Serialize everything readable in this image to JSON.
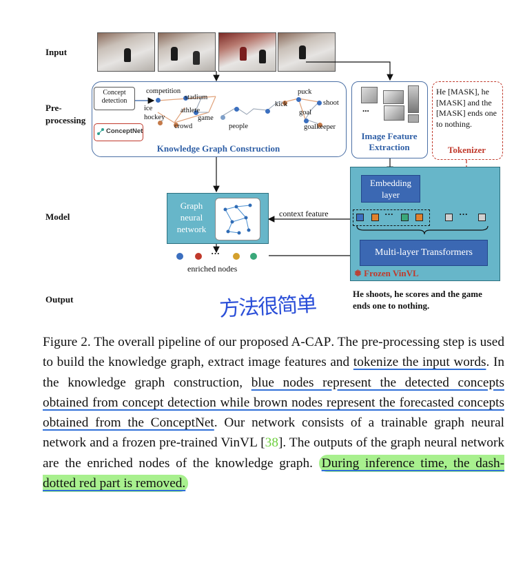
{
  "figure": {
    "row_labels": {
      "input": "Input",
      "preprocessing_line1": "Pre-",
      "preprocessing_line2": "processing",
      "model": "Model",
      "output": "Output"
    },
    "kg": {
      "title": "Knowledge Graph Construction",
      "concept_detection": "Concept\ndetection",
      "conceptnet_label": "ConceptNet",
      "words": {
        "competition": "competition",
        "stadium": "stadium",
        "ice": "ice",
        "hockey": "hockey",
        "athlete": "athlete",
        "game": "game",
        "crowd": "crowd",
        "people": "people",
        "kick": "kick",
        "puck": "puck",
        "shoot": "shoot",
        "goal": "goal",
        "goalkeeper": "goalkeeper"
      }
    },
    "image_feature": {
      "title": "Image Feature\nExtraction",
      "dots": "..."
    },
    "tokenizer": {
      "text": "He [MASK], he [MASK] and the [MASK] ends one to nothing.",
      "title": "Tokenizer"
    },
    "gnn": {
      "label": "Graph\nneural\nnetwork"
    },
    "context_feature": "context feature",
    "enriched_nodes": "enriched nodes",
    "ellipsis": "···",
    "embedding": "Embedding\nlayer",
    "transformers": "Multi-layer Transformers",
    "frozen": "❅ Frozen VinVL",
    "output_text": "He shoots, he scores and the game ends one to nothing.",
    "handwriting": "方法很简单"
  },
  "caption": {
    "prefix": "Figure 2.  The overall pipeline of our proposed ",
    "model_name_a": "A-C",
    "model_name_b": "AP",
    "part1": ".  The pre-processing step is used to build the knowledge graph, extract image features and ",
    "ul1": "tokenize the input words",
    "part2": ". In the knowledge graph construction, ",
    "ul2": "blue nodes represent the detected concepts obtained from concept detection while brown nodes represent the forecasted concepts obtained from the ConceptNet",
    "part3": ". Our network consists of a trainable graph neural network and a frozen pre-trained VinVL [",
    "ref": "38",
    "part4": "].  The outputs of the graph neural network are the enriched nodes of the knowledge graph. ",
    "highlight": "During inference time, the dash-dotted red part is removed."
  },
  "colors": {
    "teal": "#67b6c9",
    "navy": "#3b68b3",
    "red": "#c0392b",
    "underline_blue": "#2e6fd8",
    "highlight_green": "#a8f08e",
    "ref_green": "#6ccf3d"
  }
}
